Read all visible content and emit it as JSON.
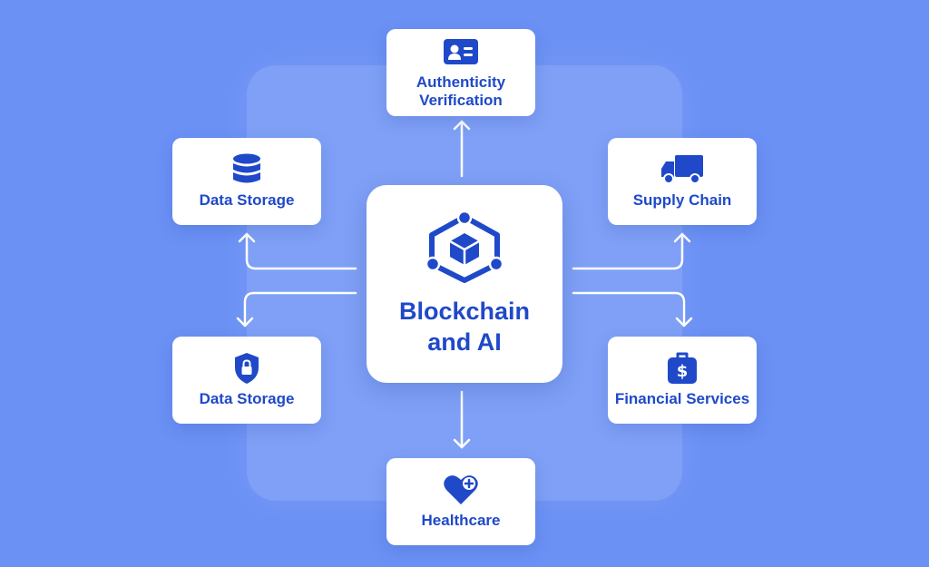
{
  "diagram": {
    "center": {
      "line1": "Blockchain",
      "line2": "and AI",
      "icon": "blockchain-hexagon-icon"
    },
    "nodes": {
      "top": {
        "line1": "Authenticity",
        "line2": "Verification",
        "icon": "id-card-icon"
      },
      "top_left": {
        "label": "Data Storage",
        "icon": "database-icon"
      },
      "top_right": {
        "label": "Supply Chain",
        "icon": "truck-icon"
      },
      "bottom_left": {
        "label": "Data Storage",
        "icon": "shield-lock-icon"
      },
      "bottom_right": {
        "label": "Financial Services",
        "icon": "money-bag-icon"
      },
      "bottom": {
        "label": "Healthcare",
        "icon": "heart-plus-icon"
      }
    }
  },
  "colors": {
    "background": "#6b91f5",
    "accent": "#1f49c9",
    "card": "#ffffff",
    "connector": "#ffffff"
  }
}
